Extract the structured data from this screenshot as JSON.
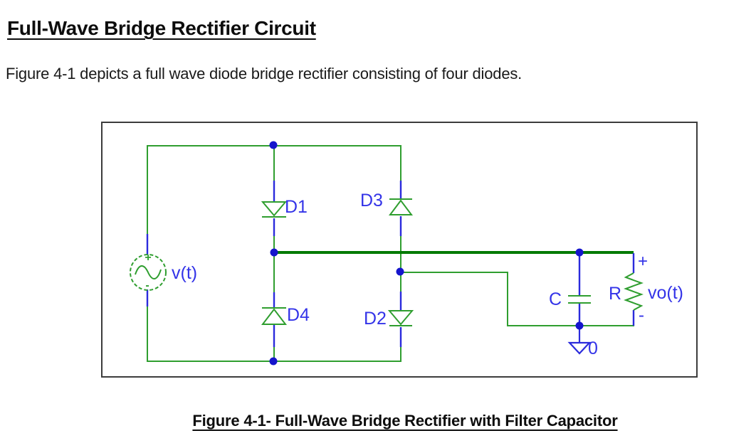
{
  "document": {
    "title": "Full-Wave Bridge Rectifier Circuit",
    "intro": "Figure 4-1 depicts a full wave diode bridge rectifier consisting of four diodes.",
    "caption": "Figure 4-1- Full-Wave Bridge Rectifier with Filter Capacitor"
  },
  "circuit": {
    "source": {
      "label": "v(t)",
      "plus": "+",
      "minus": "-"
    },
    "diodes": {
      "d1": "D1",
      "d2": "D2",
      "d3": "D3",
      "d4": "D4"
    },
    "capacitor": {
      "label": "C"
    },
    "resistor": {
      "label": "R"
    },
    "output": {
      "label": "vo(t)",
      "plus": "+",
      "minus": "-"
    },
    "ground": {
      "label": "0"
    },
    "colors": {
      "wire_green": "#2f9e2f",
      "bus_green": "#007a00",
      "lead_blue": "#2b2bdc",
      "label_blue": "#3434e8",
      "junction_blue": "#1515cc",
      "frame_border": "#3c3c3c"
    }
  }
}
